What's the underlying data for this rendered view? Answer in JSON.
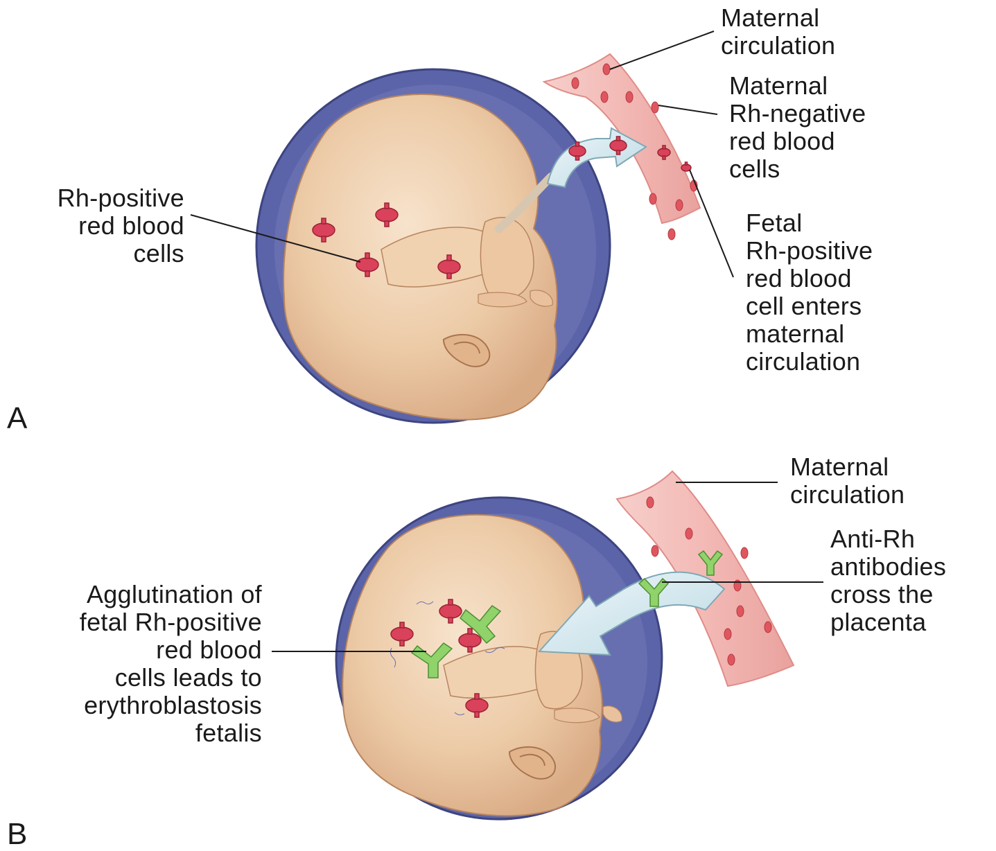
{
  "panels": {
    "a": {
      "letter": "A",
      "labels": {
        "maternal_circulation": [
          "Maternal",
          "circulation"
        ],
        "maternal_rh_negative": [
          "Maternal",
          "Rh-negative",
          "red blood",
          "cells"
        ],
        "rh_positive": [
          "Rh-positive",
          "red blood",
          "cells"
        ],
        "fetal_rh_positive_enters": [
          "Fetal",
          "Rh-positive",
          "red blood",
          "cell enters",
          "maternal",
          "circulation"
        ]
      }
    },
    "b": {
      "letter": "B",
      "labels": {
        "maternal_circulation": [
          "Maternal",
          "circulation"
        ],
        "anti_rh": [
          "Anti-Rh",
          "antibodies",
          "cross the",
          "placenta"
        ],
        "agglutination": [
          "Agglutination of",
          "fetal Rh-positive",
          "red blood",
          "cells leads to",
          "erythroblastosis",
          "fetalis"
        ]
      }
    }
  },
  "colors": {
    "uterus_wall": "#5b64a8",
    "fetus_skin": "#efcfae",
    "vessel": "#f2b7b4",
    "red_cell": "#d9425a",
    "antibody": "#8fd36a",
    "arrow": "#d6ecf2"
  }
}
